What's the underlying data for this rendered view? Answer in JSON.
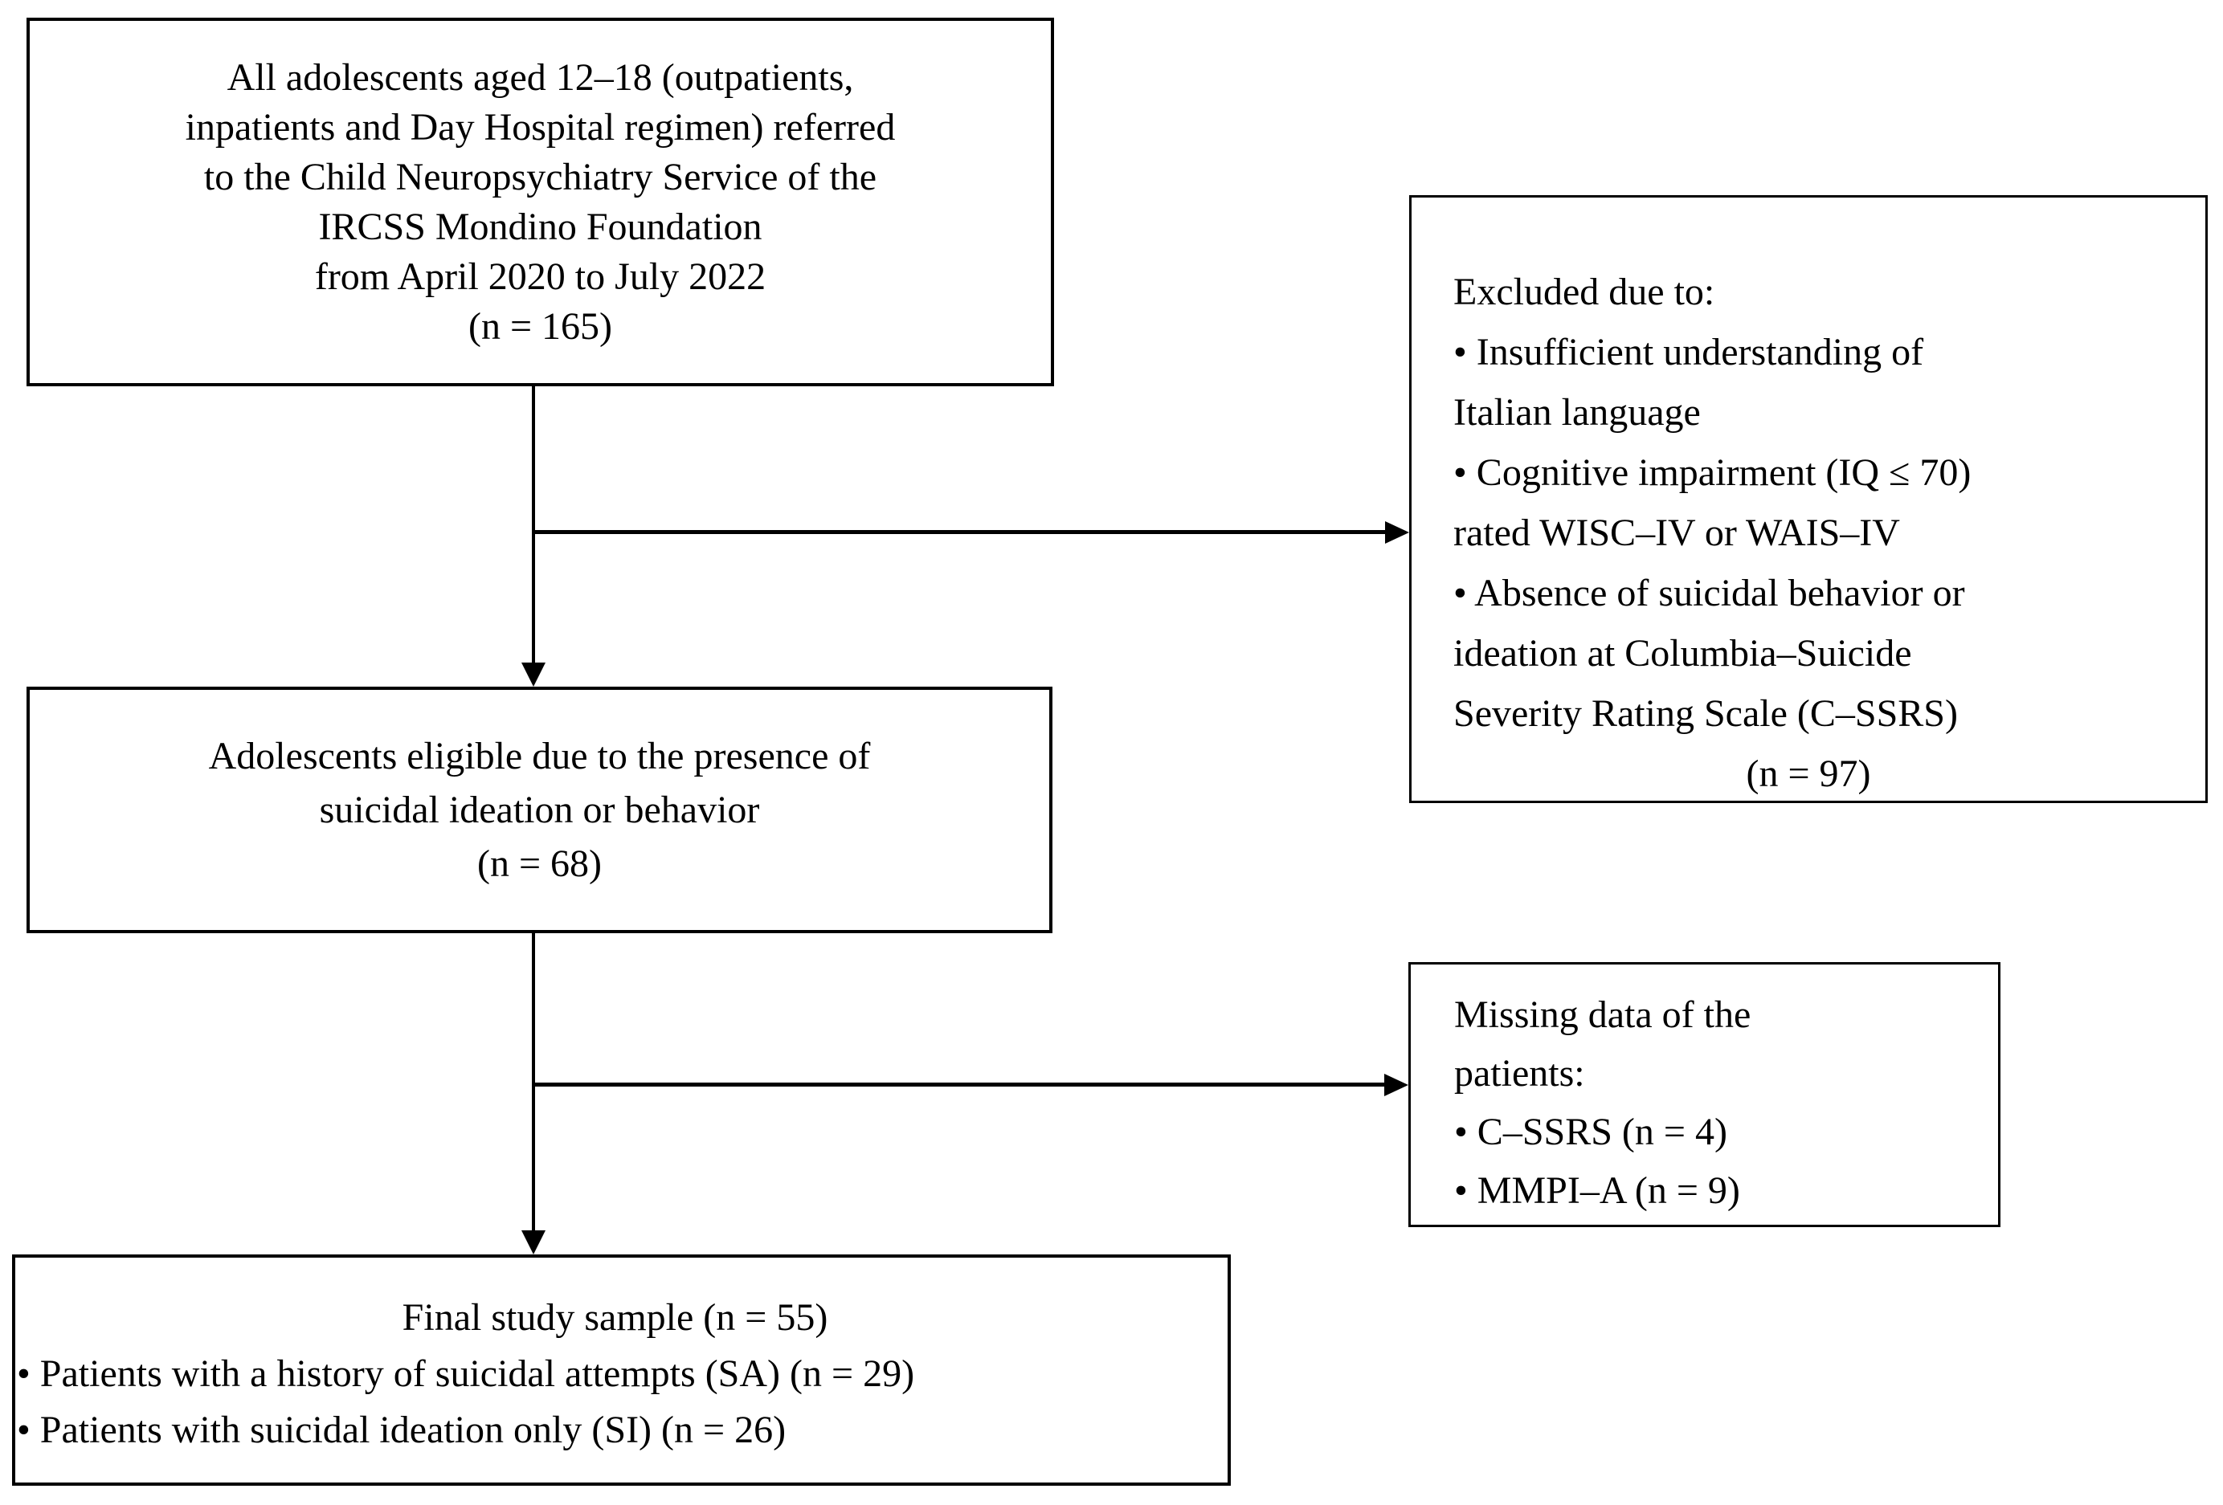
{
  "figure": {
    "type": "study-flow-diagram",
    "background_color": "#ffffff",
    "line_color": "#000000",
    "boxes": {
      "referred": {
        "text": "All adolescents aged 12–18 (outpatients,\ninpatients and Day Hospital regimen) referred\nto the Child Neuropsychiatry Service of the\nIRCSS Mondino Foundation\nfrom April 2020 to July 2022\n(n = 165)"
      },
      "excluded": {
        "title": "Excluded due to:",
        "items": [
          "• Insufficient understanding of\nItalian language",
          "• Cognitive impairment (IQ ≤ 70)\nrated WISC–IV or WAIS–IV",
          "• Absence of suicidal behavior or\nideation at Columbia–Suicide\nSeverity Rating Scale (C–SSRS)"
        ],
        "count": "(n = 97)"
      },
      "eligible": {
        "text": "Adolescents eligible due to the presence of\nsuicidal ideation or behavior\n(n = 68)"
      },
      "missing": {
        "title": "Missing data of the\npatients:",
        "items": [
          "• C–SSRS (n = 4)",
          "• MMPI–A (n = 9)"
        ]
      },
      "final": {
        "title": "Final study sample (n = 55)",
        "items": [
          "• Patients with a history of suicidal attempts (SA) (n = 29)",
          "• Patients with suicidal ideation only (SI) (n = 26)"
        ]
      }
    }
  }
}
